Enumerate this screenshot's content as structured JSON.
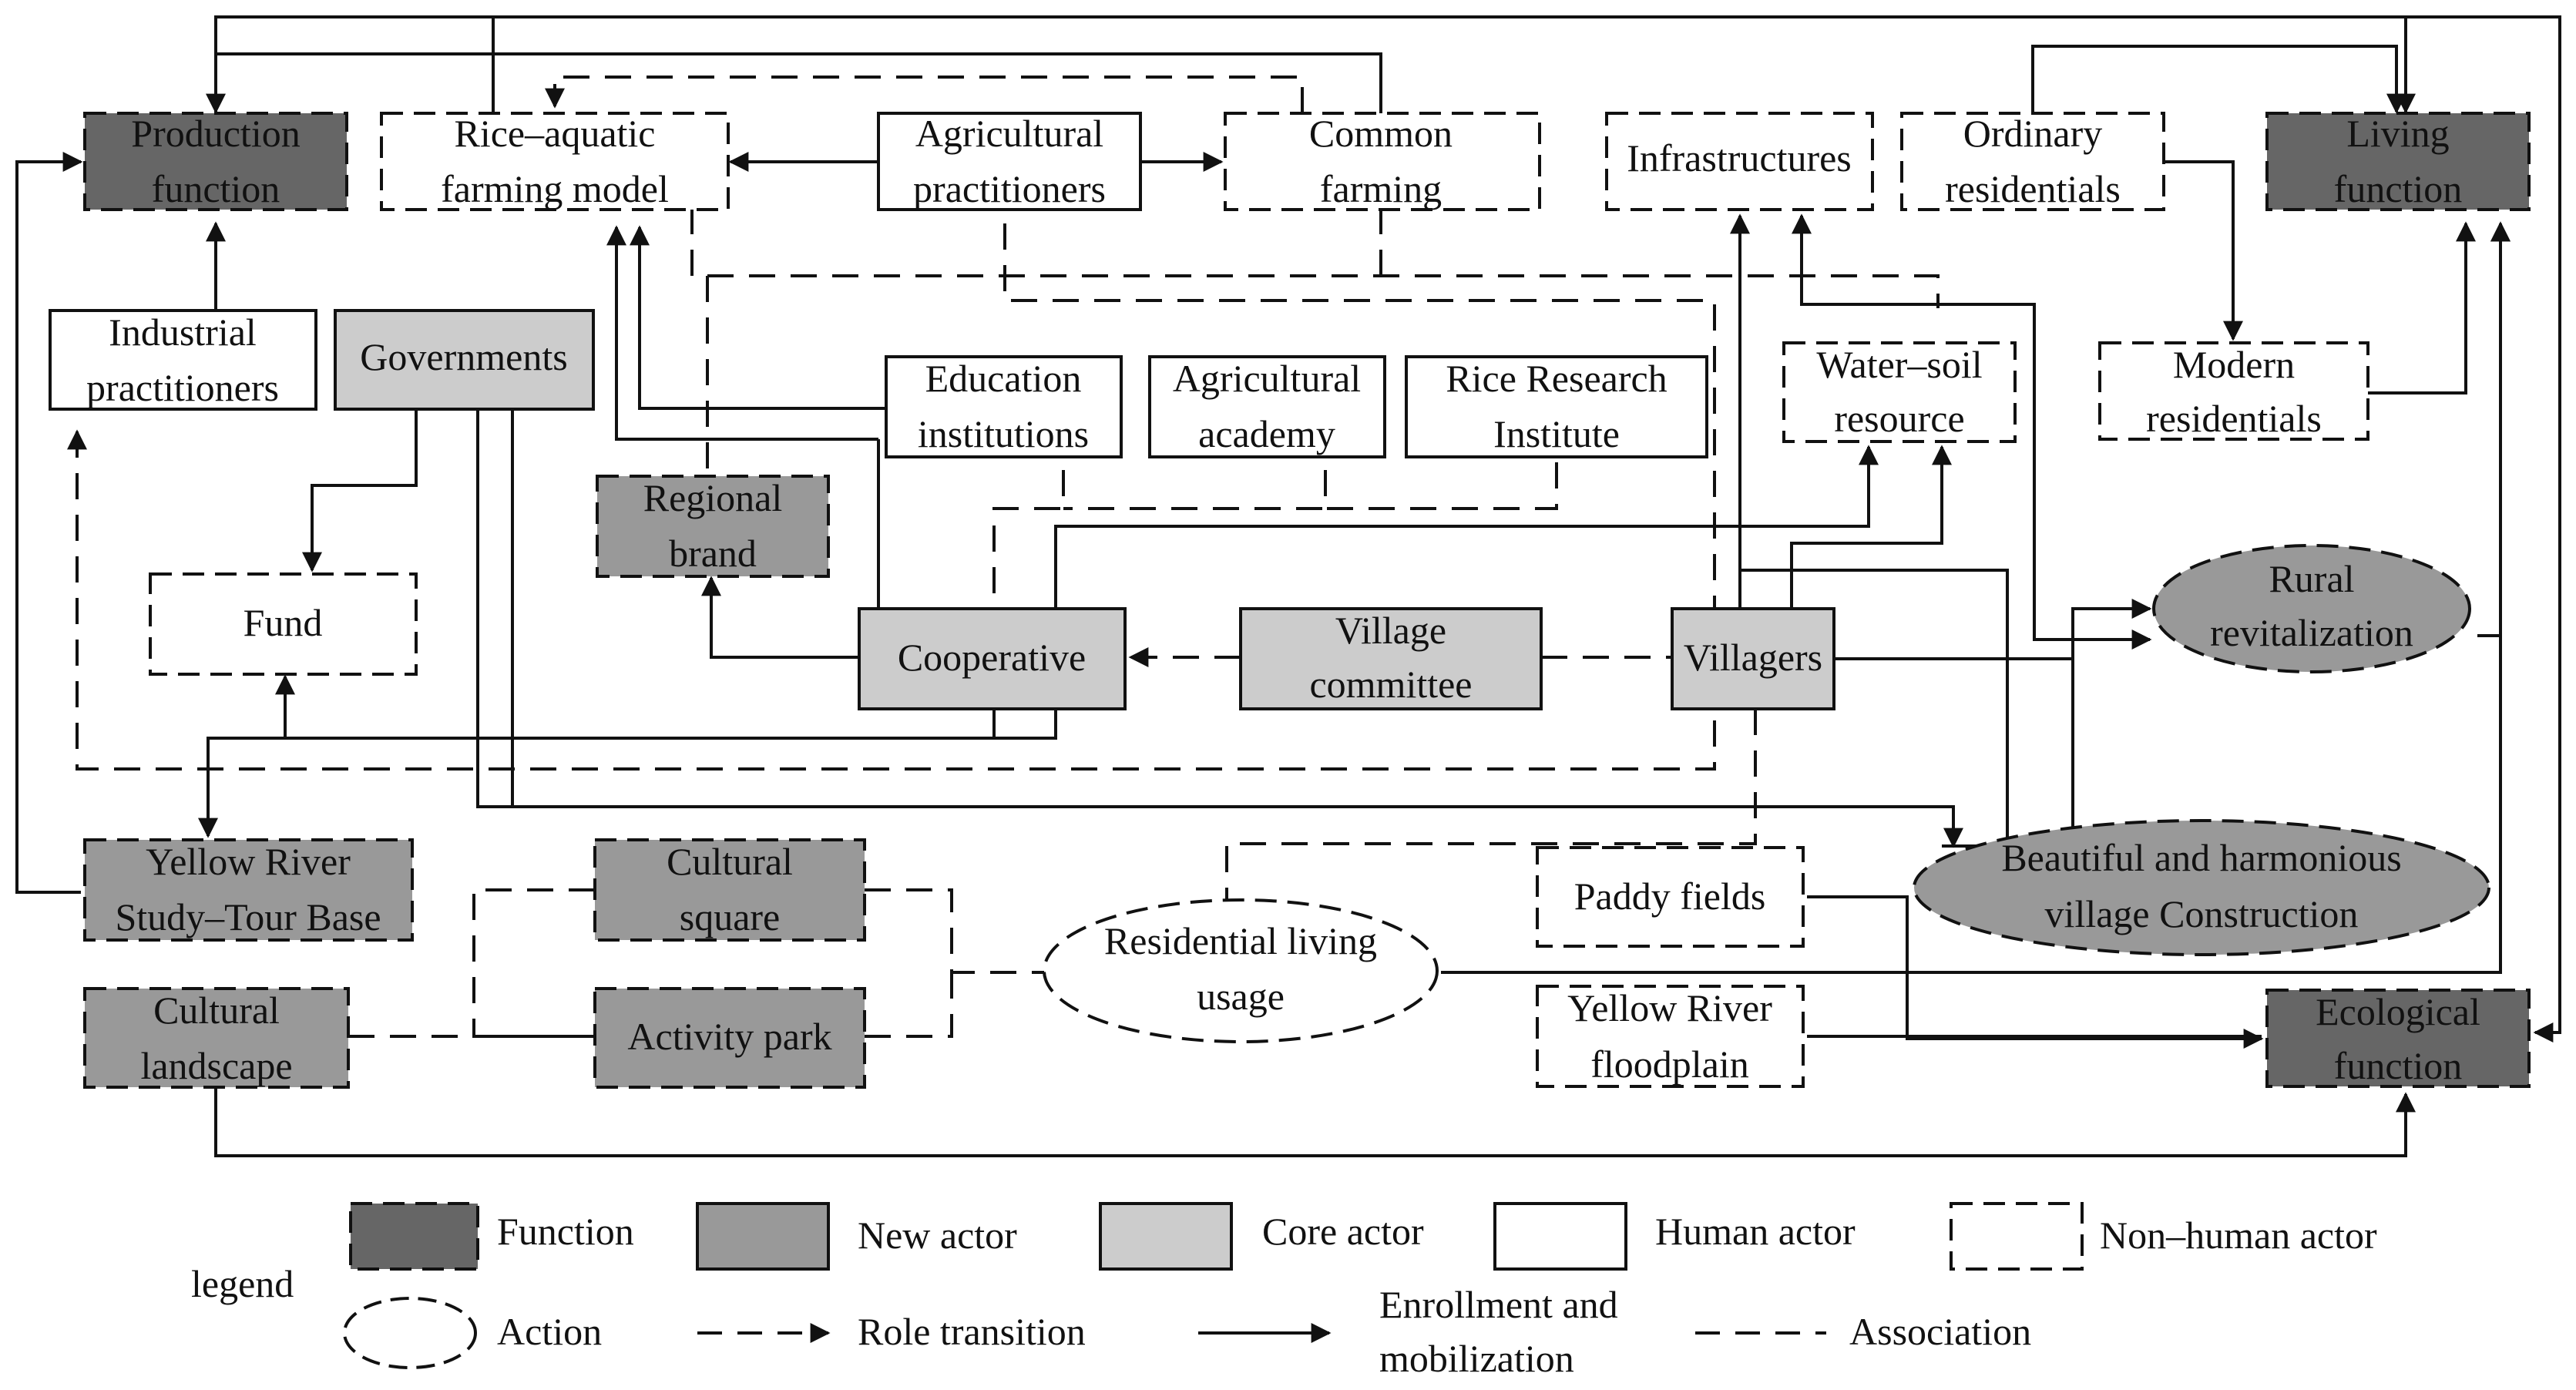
{
  "colors": {
    "function": "#666666",
    "new_actor": "#999999",
    "core_actor": "#cccccc",
    "human_actor": "#ffffff",
    "line": "#111111"
  },
  "nodes": {
    "production_function": [
      "Production",
      "function"
    ],
    "rice_aquatic": [
      "Rice–aquatic",
      "farming model"
    ],
    "agri_practitioners": [
      "Agricultural",
      "practitioners"
    ],
    "common_farming": [
      "Common",
      "farming"
    ],
    "infrastructures": [
      "Infrastructures"
    ],
    "ordinary_residentials": [
      "Ordinary",
      "residentials"
    ],
    "living_function": [
      "Living",
      "function"
    ],
    "industrial_practitioners": [
      "Industrial",
      "practitioners"
    ],
    "governments": [
      "Governments"
    ],
    "education_institutions": [
      "Education",
      "institutions"
    ],
    "agricultural_academy": [
      "Agricultural",
      "academy"
    ],
    "rice_research": [
      "Rice Research",
      "Institute"
    ],
    "water_soil": [
      "Water–soil",
      "resource"
    ],
    "modern_residentials": [
      "Modern",
      "residentials"
    ],
    "regional_brand": [
      "Regional",
      "brand"
    ],
    "fund": [
      "Fund"
    ],
    "cooperative": [
      "Cooperative"
    ],
    "village_committee": [
      "Village",
      "committee"
    ],
    "villagers": [
      "Villagers"
    ],
    "rural_revitalization": [
      "Rural",
      "revitalization"
    ],
    "beautiful_village": [
      "Beautiful and harmonious",
      "village Construction"
    ],
    "yellow_river_base": [
      "Yellow River",
      "Study–Tour Base"
    ],
    "cultural_square": [
      "Cultural",
      "square"
    ],
    "residential_living": [
      "Residential living",
      "usage"
    ],
    "paddy_fields": [
      "Paddy fields"
    ],
    "cultural_landscape": [
      "Cultural",
      "landscape"
    ],
    "activity_park": [
      "Activity park"
    ],
    "yellow_river_floodplain": [
      "Yellow River",
      "floodplain"
    ],
    "ecological_function": [
      "Ecological",
      "function"
    ]
  },
  "legend": {
    "title": "legend",
    "function": "Function",
    "new_actor": "New actor",
    "core_actor": "Core actor",
    "human_actor": "Human actor",
    "non_human_actor": "Non–human actor",
    "action": "Action",
    "role_transition": "Role transition",
    "enrollment": [
      "Enrollment and",
      "mobilization"
    ],
    "association": "Association"
  }
}
